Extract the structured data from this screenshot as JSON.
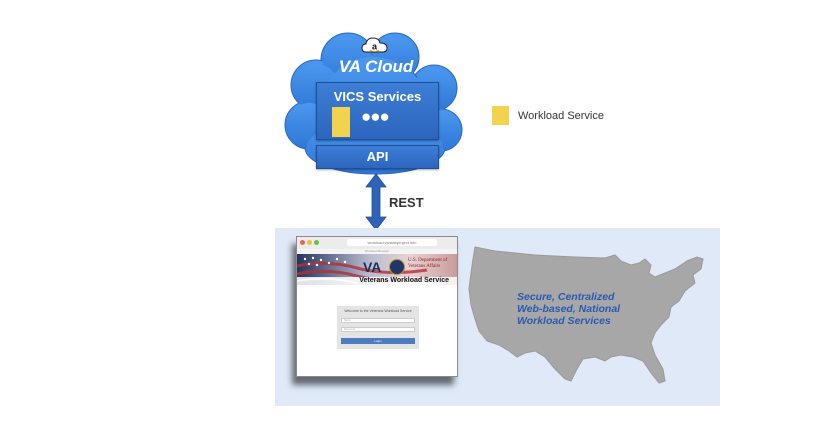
{
  "cloud": {
    "logo_icon": "amazon-a-icon",
    "title": "VA Cloud",
    "vics_title": "VICS Services",
    "ellipsis": "●●●",
    "api_label": "API",
    "color": "#3f8ae6"
  },
  "legend": {
    "swatch_color": "#f1d34e",
    "label": "Workload Service"
  },
  "connector": {
    "label": "REST",
    "icon": "double-arrow-icon"
  },
  "browser": {
    "url": "workload.vicslabproject.info",
    "page_title": "Workload Browser",
    "logo_text": "VA",
    "department_text": "U.S. Department of Veterans Affairs",
    "header_label": "Veterans Workload Service",
    "login_title": "Welcome to the Veterans Workload Service",
    "username_placeholder": "Name",
    "password_placeholder": "Password",
    "login_button": "Login"
  },
  "map": {
    "caption": "Secure, Centralized Web-based, National Workload Services",
    "color": "#a7a7a7"
  }
}
